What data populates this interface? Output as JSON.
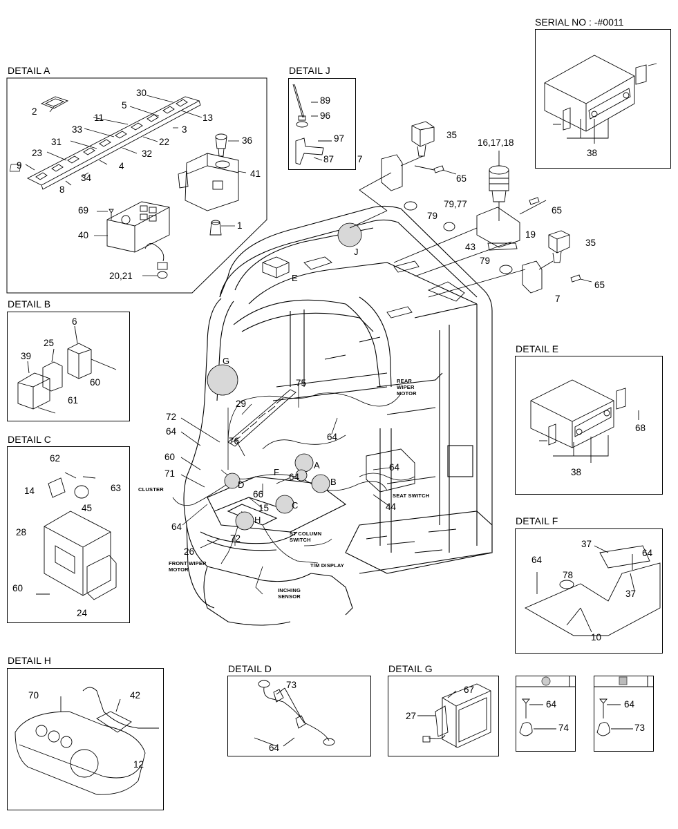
{
  "details": {
    "a": "DETAIL A",
    "b": "DETAIL B",
    "c": "DETAIL C",
    "d": "DETAIL D",
    "e": "DETAIL E",
    "f": "DETAIL F",
    "g": "DETAIL G",
    "h": "DETAIL H",
    "j": "DETAIL J"
  },
  "serial": "SERIAL NO : -#0011",
  "callouts": {
    "A": "A",
    "B": "B",
    "C": "C",
    "D": "D",
    "E": "E",
    "F": "F",
    "G": "G",
    "H": "H",
    "J": "J"
  },
  "labels": {
    "rear_wiper": "REAR WIPER MOTOR",
    "seat_switch": "SEAT SWITCH",
    "cluster": "CLUSTER",
    "st_column": "ST COLUMN SWITCH",
    "front_wiper": "FRONT WIPER MOTOR",
    "tm_display": "T/M DISPLAY",
    "inching": "INCHING SENSOR"
  },
  "parts": {
    "a": [
      "2",
      "30",
      "5",
      "11",
      "13",
      "33",
      "3",
      "22",
      "31",
      "4",
      "32",
      "23",
      "9",
      "34",
      "8",
      "36",
      "41",
      "69",
      "40",
      "1",
      "20,21"
    ],
    "b": [
      "6",
      "25",
      "39",
      "60",
      "61"
    ],
    "c": [
      "62",
      "63",
      "14",
      "45",
      "28",
      "60",
      "24"
    ],
    "j": [
      "89",
      "96",
      "97",
      "87"
    ],
    "main": [
      "35",
      "7",
      "65",
      "16,17,18",
      "79,77",
      "79",
      "65",
      "19",
      "43",
      "35",
      "79",
      "65",
      "7",
      "75",
      "29",
      "72",
      "64",
      "64",
      "64",
      "76",
      "60",
      "71",
      "66",
      "64",
      "15",
      "64",
      "72",
      "26",
      "44"
    ],
    "serial": [
      "38"
    ],
    "e": [
      "68",
      "38"
    ],
    "f": [
      "37",
      "64",
      "64",
      "78",
      "37",
      "10"
    ],
    "h": [
      "70",
      "42",
      "12"
    ],
    "d": [
      "73",
      "64"
    ],
    "g": [
      "67",
      "27"
    ],
    "legend1": [
      "64",
      "74"
    ],
    "legend2": [
      "64",
      "73"
    ]
  }
}
